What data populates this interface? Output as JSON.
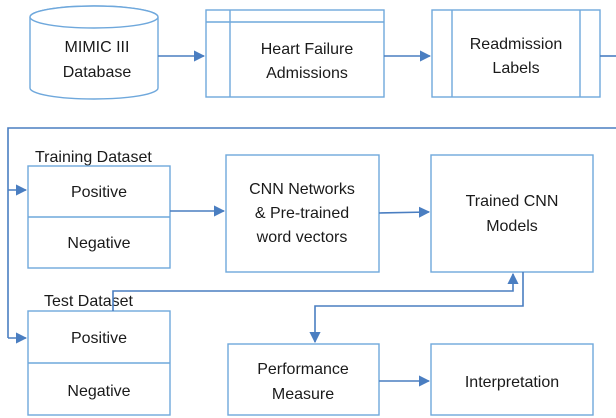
{
  "nodes": {
    "database": {
      "line1": "MIMIC III",
      "line2": "Database"
    },
    "admissions": {
      "line1": "Heart  Failure",
      "line2": "Admissions"
    },
    "labels": {
      "line1": "Readmission",
      "line2": "Labels"
    },
    "training": {
      "title": "Training Dataset",
      "positive": "Positive",
      "negative": "Negative"
    },
    "cnn": {
      "line1": "CNN Networks",
      "line2": "& Pre-trained",
      "line3": "word vectors"
    },
    "trained": {
      "line1": "Trained CNN",
      "line2": "Models"
    },
    "test": {
      "title": "Test Dataset",
      "positive": "Positive",
      "negative": "Negative"
    },
    "performance": {
      "line1": "Performance",
      "line2": "Measure"
    },
    "interpretation": {
      "line1": "Interpretation"
    }
  },
  "colors": {
    "box_stroke": "#6fa8dc",
    "arrow": "#4a7ec1",
    "text": "#1a1a1a"
  }
}
